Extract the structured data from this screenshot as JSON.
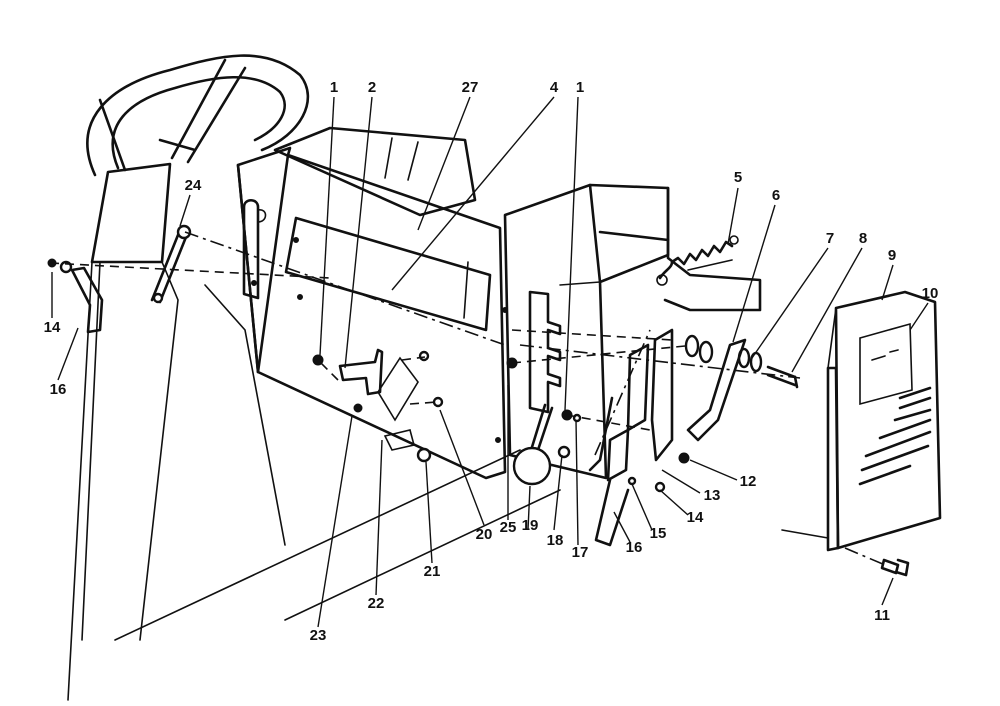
{
  "callouts": [
    {
      "id": "c1a",
      "label": "1"
    },
    {
      "id": "c2",
      "label": "2"
    },
    {
      "id": "c27",
      "label": "27"
    },
    {
      "id": "c4",
      "label": "4"
    },
    {
      "id": "c1b",
      "label": "1"
    },
    {
      "id": "c5",
      "label": "5"
    },
    {
      "id": "c6",
      "label": "6"
    },
    {
      "id": "c7",
      "label": "7"
    },
    {
      "id": "c8",
      "label": "8"
    },
    {
      "id": "c9",
      "label": "9"
    },
    {
      "id": "c10",
      "label": "10"
    },
    {
      "id": "c24",
      "label": "24"
    },
    {
      "id": "c14a",
      "label": "14"
    },
    {
      "id": "c16a",
      "label": "16"
    },
    {
      "id": "c12",
      "label": "12"
    },
    {
      "id": "c13",
      "label": "13"
    },
    {
      "id": "c14b",
      "label": "14"
    },
    {
      "id": "c15",
      "label": "15"
    },
    {
      "id": "c16b",
      "label": "16"
    },
    {
      "id": "c17",
      "label": "17"
    },
    {
      "id": "c18",
      "label": "18"
    },
    {
      "id": "c19",
      "label": "19"
    },
    {
      "id": "c25",
      "label": "25"
    },
    {
      "id": "c20",
      "label": "20"
    },
    {
      "id": "c21",
      "label": "21"
    },
    {
      "id": "c22",
      "label": "22"
    },
    {
      "id": "c23",
      "label": "23"
    },
    {
      "id": "c11",
      "label": "11"
    }
  ]
}
